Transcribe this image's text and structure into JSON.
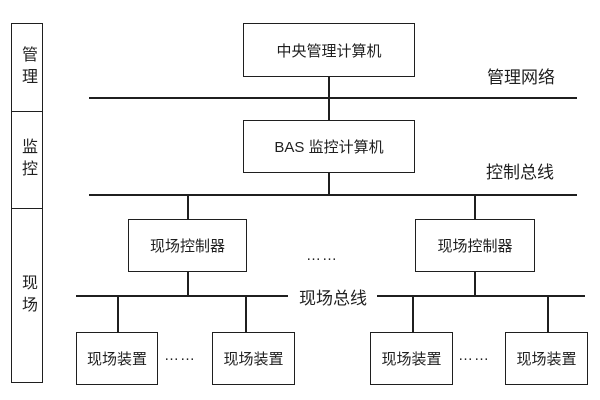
{
  "sidebar": {
    "levels": [
      {
        "label": "管理"
      },
      {
        "label": "监控"
      },
      {
        "label": "现场"
      }
    ]
  },
  "nodes": {
    "central_computer": {
      "label": "中央管理计算机"
    },
    "bas_computer": {
      "label": "BAS 监控计算机"
    },
    "controllers": [
      {
        "label": "现场控制器"
      },
      {
        "label": "现场控制器"
      }
    ],
    "devices": [
      {
        "label": "现场装置"
      },
      {
        "label": "现场装置"
      },
      {
        "label": "现场装置"
      },
      {
        "label": "现场装置"
      }
    ]
  },
  "buses": {
    "management_network": {
      "label": "管理网络"
    },
    "control_bus": {
      "label": "控制总线"
    },
    "field_bus": {
      "label": "现场总线"
    }
  },
  "ellipses": [
    "……",
    "……",
    "……"
  ],
  "colors": {
    "line": "#1f1f1f",
    "background": "#ffffff"
  }
}
